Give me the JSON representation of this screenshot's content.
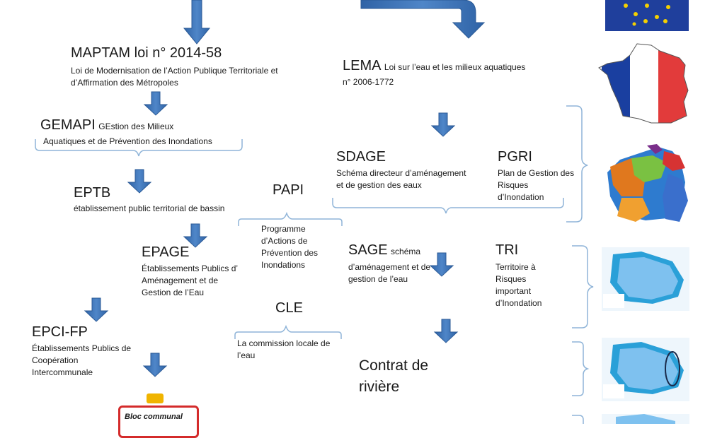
{
  "maptam": {
    "title": "MAPTAM loi n° 2014-58",
    "desc": "Loi de Modernisation de l’Action Publique Territoriale et d’Affirmation des Métropoles"
  },
  "gemapi": {
    "title": "GEMAPI",
    "desc_inline": "GEstion des Milieux",
    "desc": "Aquatiques et de Prévention des Inondations"
  },
  "eptb": {
    "title": "EPTB",
    "desc": "établissement public territorial de bassin"
  },
  "epage": {
    "title": "EPAGE",
    "desc": "Établissements Publics d’ Aménagement et de Gestion de l’Eau"
  },
  "epci": {
    "title": "EPCI-FP",
    "desc": "Établissements Publics de Coopération Intercommunale"
  },
  "bloc": {
    "label": "Bloc communal"
  },
  "papi": {
    "title": "PAPI",
    "desc": "Programme d’Actions de Prévention des Inondations"
  },
  "cle": {
    "title": "CLE",
    "desc": "La commission  locale de l’eau"
  },
  "lema": {
    "title": "LEMA",
    "desc_inline": "Loi sur l’eau et les milieux aquatiques",
    "desc": "n° 2006-1772"
  },
  "sdage": {
    "title": "SDAGE",
    "desc": "Schéma directeur d’aménagement et de gestion des eaux"
  },
  "pgri": {
    "title": "PGRI",
    "desc": "Plan de Gestion des Risques d’Inondation"
  },
  "sage": {
    "title": "SAGE",
    "desc_inline": "schéma",
    "desc": "d’aménagement et de gestion de l’eau"
  },
  "tri": {
    "title": "TRI",
    "desc": "Territoire à Risques important d’Inondation"
  },
  "contrat": {
    "title": "Contrat de rivière"
  },
  "colors": {
    "arrow": "#3a6fb0",
    "arrow_edge": "#2b5a96",
    "bracket": "#8fb4d8",
    "france_blue": "#1a3fa0",
    "france_red": "#e23b3b",
    "eu_blue": "#1f3f9c",
    "eu_star": "#f4d000",
    "map_water": "#7ec1ef",
    "map_bg": "#2aa0d8"
  },
  "icons": [
    "eu-flag-icon",
    "france-flag-map-icon",
    "france-regions-map-icon",
    "basin-map-icon"
  ]
}
